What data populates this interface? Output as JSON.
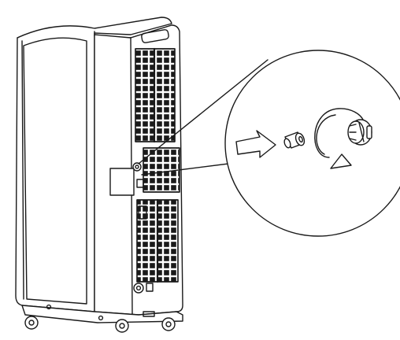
{
  "figure": {
    "subject": "portable-air-conditioner",
    "detail": "drain-plug-removal",
    "icons": [
      "unit-icon",
      "magnifier-callout",
      "drain-plug-icon",
      "drain-cap-icon",
      "direction-arrow-icon",
      "rotation-arrow-icon"
    ]
  },
  "colors": {
    "stroke": "#1a1a1a",
    "background": "#ffffff"
  }
}
